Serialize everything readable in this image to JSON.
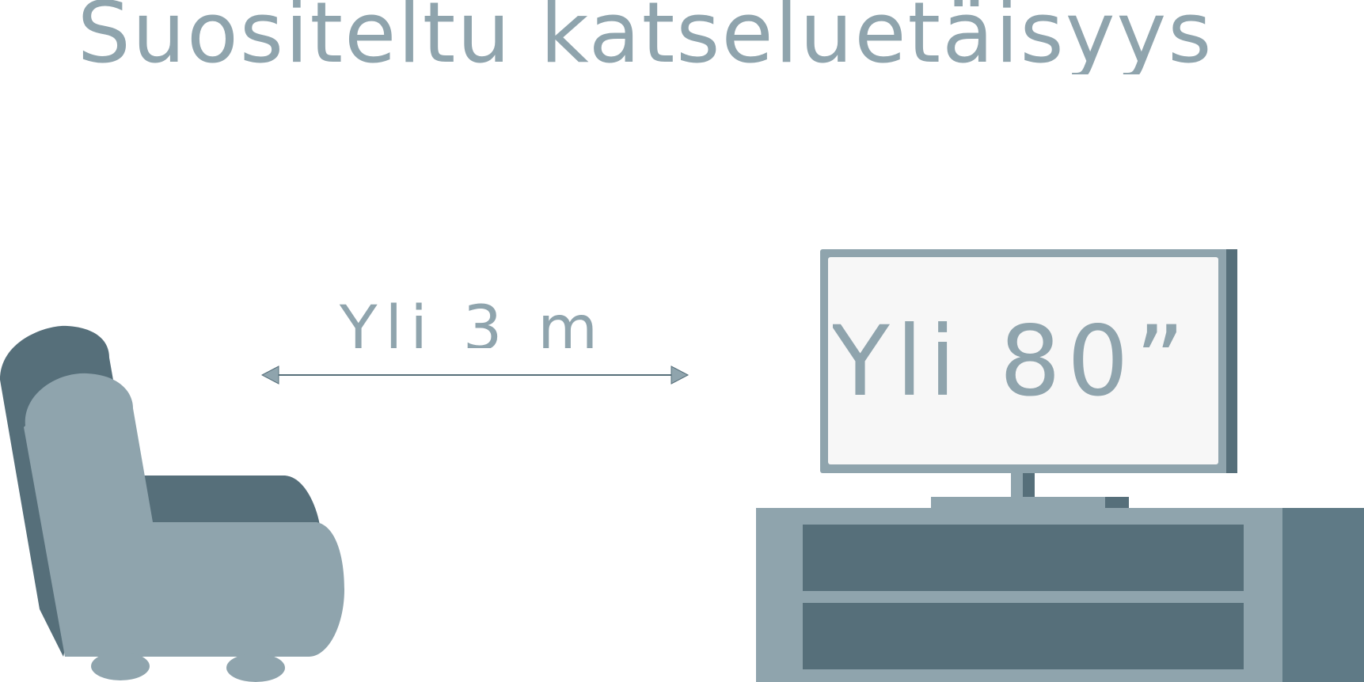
{
  "title": "Suositeltu katseluetäisyys",
  "distance": {
    "label": "Yli 3 m"
  },
  "tv": {
    "size_label": "Yli 80”"
  },
  "colors": {
    "text": "#8fa4ad",
    "light": "#8fa4ad",
    "dark": "#566f7a",
    "screen": "#f7f7f7",
    "background": "#ffffff"
  },
  "icons": {
    "armchair": "armchair-icon",
    "tv": "tv-icon",
    "tv_stand": "tv-stand-icon",
    "arrow": "double-arrow-icon"
  }
}
